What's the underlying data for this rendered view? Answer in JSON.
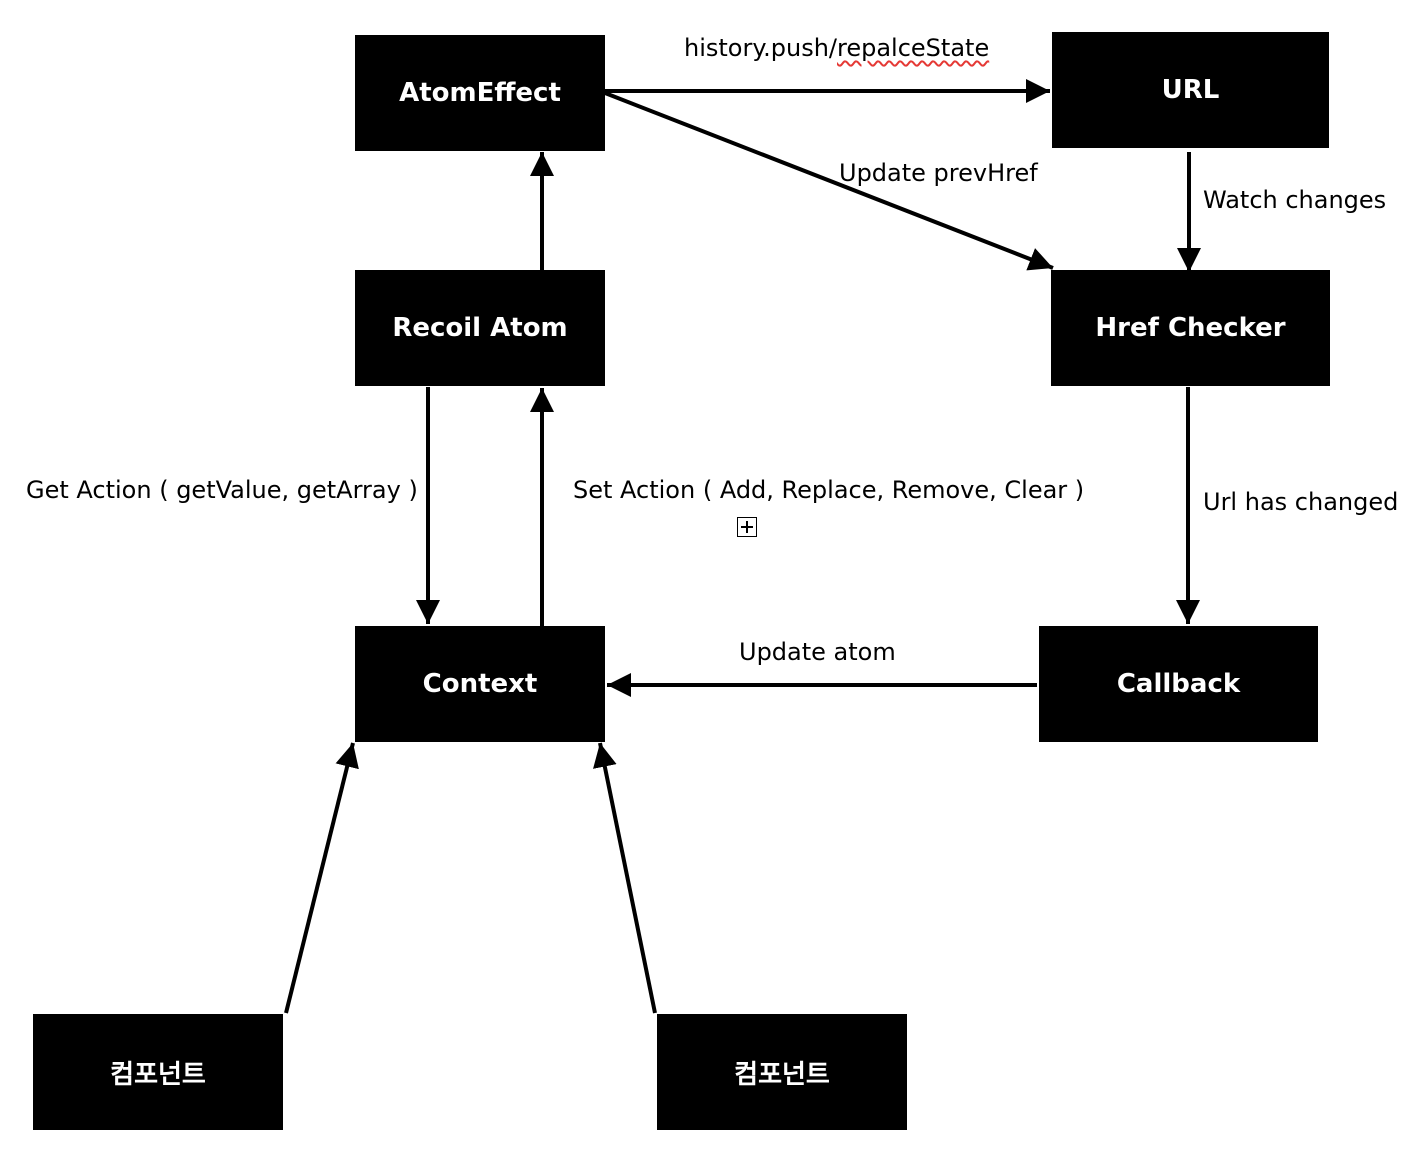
{
  "nodes": {
    "atom_effect": "AtomEffect",
    "url": "URL",
    "recoil_atom": "Recoil Atom",
    "href_checker": "Href Checker",
    "context": "Context",
    "callback": "Callback",
    "component_left": "컴포넌트",
    "component_right": "컴포넌트"
  },
  "edges": {
    "history_push_prefix": "history.push/",
    "history_push_suffix": "repalceState",
    "update_prev_href": "Update prevHref",
    "watch_changes": "Watch changes",
    "get_action": "Get Action ( getValue, getArray )",
    "set_action": "Set Action ( Add, Replace, Remove, Clear )",
    "url_has_changed": "Url has changed",
    "update_atom": "Update atom"
  }
}
